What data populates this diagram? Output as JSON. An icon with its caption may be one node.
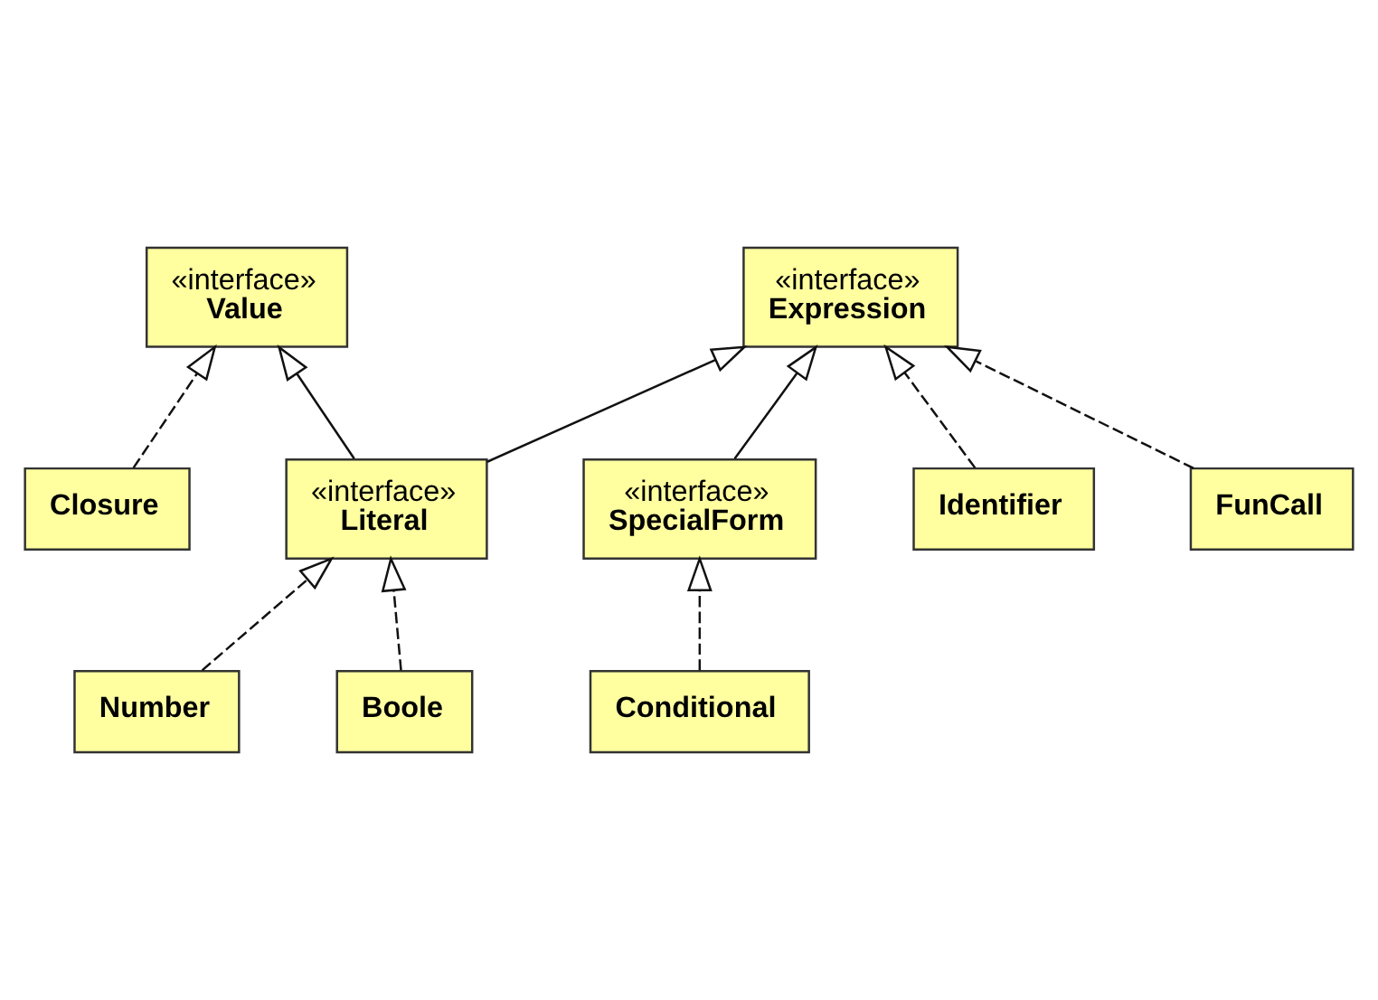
{
  "diagram": {
    "nodes": [
      {
        "text": [
          "«interface»",
          "Value"
        ]
      },
      {
        "text": [
          "«interface»",
          "Expression"
        ]
      },
      {
        "text": [
          "Closure"
        ]
      },
      {
        "text": [
          "«interface»",
          "Literal"
        ]
      },
      {
        "text": [
          "Identifier"
        ]
      },
      {
        "text": [
          "FunCall"
        ]
      },
      {
        "text": [
          "Number"
        ]
      },
      {
        "text": [
          "Boole"
        ]
      },
      {
        "text": [
          "«interface»",
          "SpecialForm"
        ]
      },
      {
        "text": [
          "Conditional"
        ]
      }
    ],
    "edges": [
      {
        "from": 2,
        "to": 0,
        "arrow": "to",
        "style": "dashed"
      },
      {
        "from": 3,
        "to": 0,
        "arrow": "to"
      },
      {
        "from": 3,
        "to": 1,
        "arrow": "to"
      },
      {
        "from": 4,
        "to": 1,
        "arrow": "to",
        "style": "dashed"
      },
      {
        "from": 8,
        "to": 1,
        "arrow": "to"
      },
      {
        "from": 5,
        "to": 1,
        "arrow": "to",
        "style": "dashed"
      },
      {
        "from": 6,
        "to": 3,
        "arrow": "to",
        "style": "dashed"
      },
      {
        "from": 7,
        "to": 3,
        "arrow": "to",
        "style": "dashed"
      },
      {
        "from": 9,
        "to": 8,
        "arrow": "to",
        "style": "dashed"
      }
    ]
  }
}
